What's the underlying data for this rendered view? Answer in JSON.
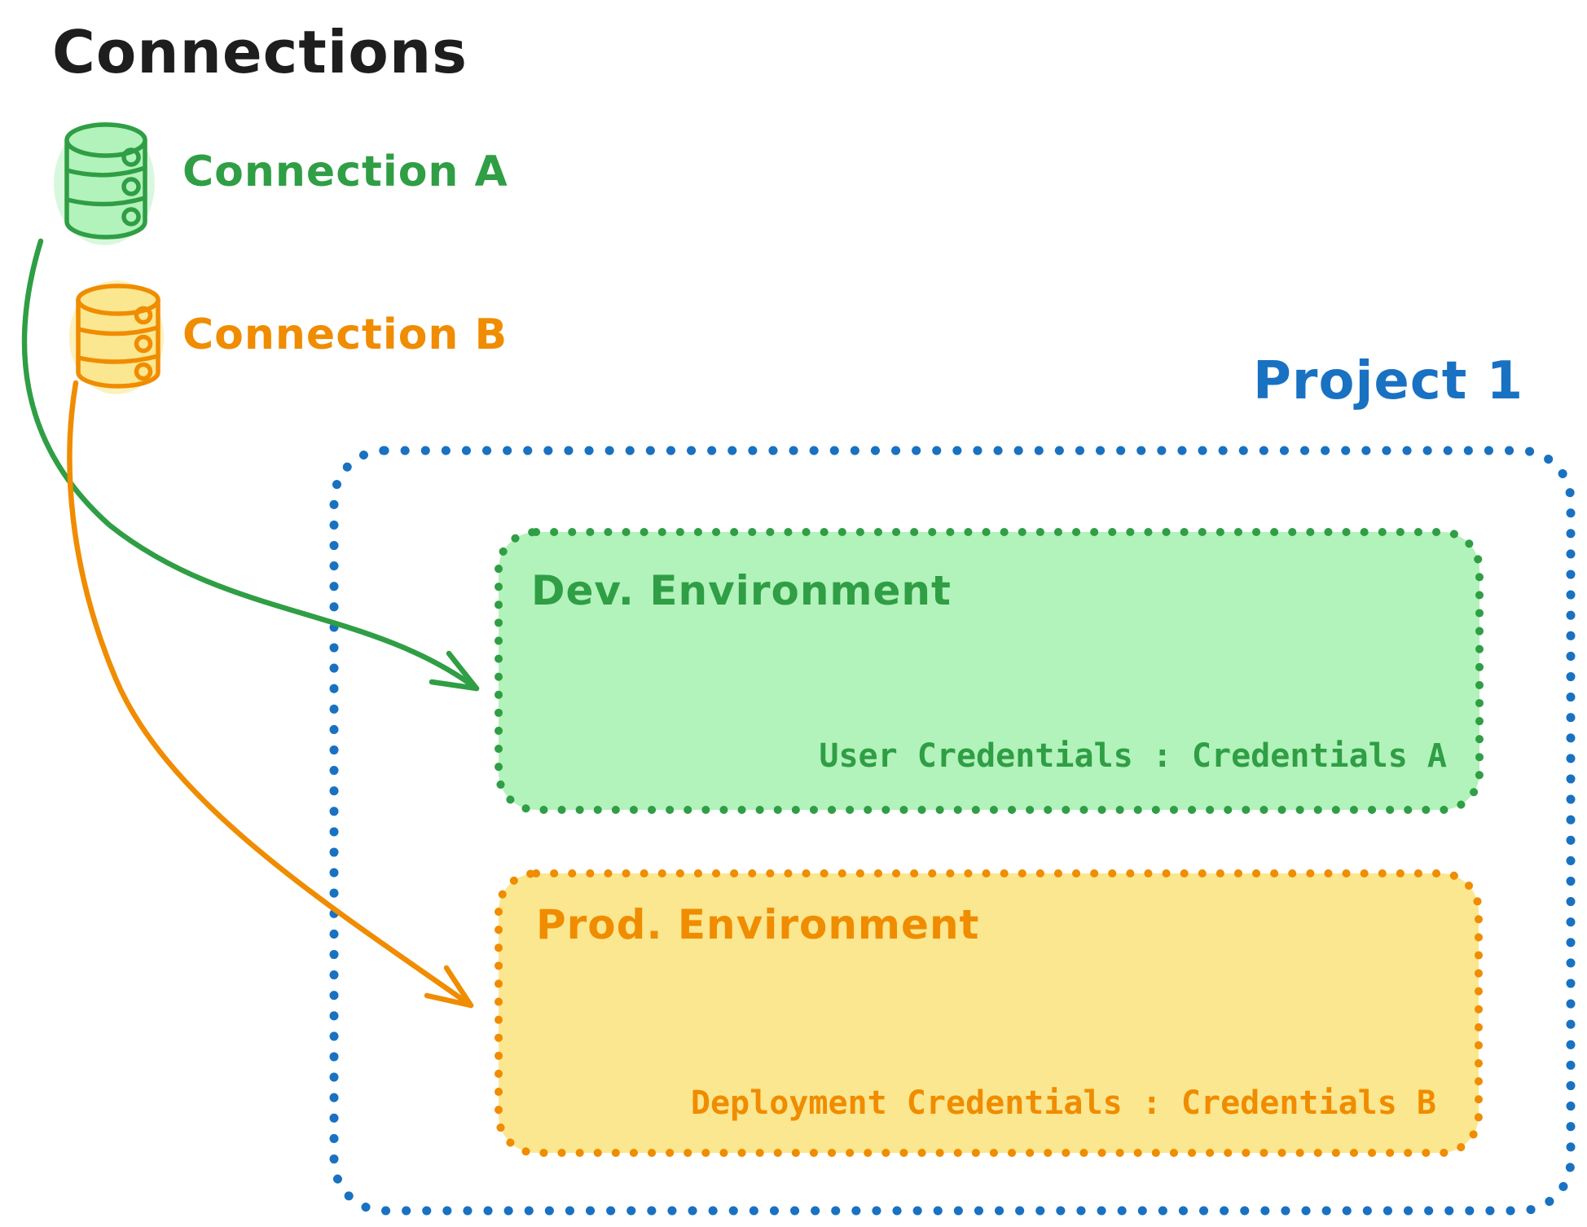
{
  "title": "Connections",
  "colors": {
    "ink": "#1e1e1e",
    "green": "#2f9e44",
    "green-fill": "#b2f2bb",
    "orange": "#f08c00",
    "orange-fill": "#fbe78f",
    "blue": "#1971c2",
    "background": "#ffffff"
  },
  "connections": [
    {
      "label": "Connection A",
      "icon": "database-icon",
      "color": "green"
    },
    {
      "label": "Connection B",
      "icon": "database-icon",
      "color": "orange"
    }
  ],
  "project": {
    "label": "Project 1",
    "environments": [
      {
        "name": "Dev. Environment",
        "credentials_text": "User Credentials : Credentials A",
        "color": "green"
      },
      {
        "name": "Prod. Environment",
        "credentials_text": "Deployment Credentials : Credentials B",
        "color": "orange"
      }
    ]
  },
  "arrows": [
    {
      "from": "Connection A",
      "to": "Dev. Environment",
      "color": "green"
    },
    {
      "from": "Connection B",
      "to": "Prod. Environment",
      "color": "orange"
    }
  ]
}
